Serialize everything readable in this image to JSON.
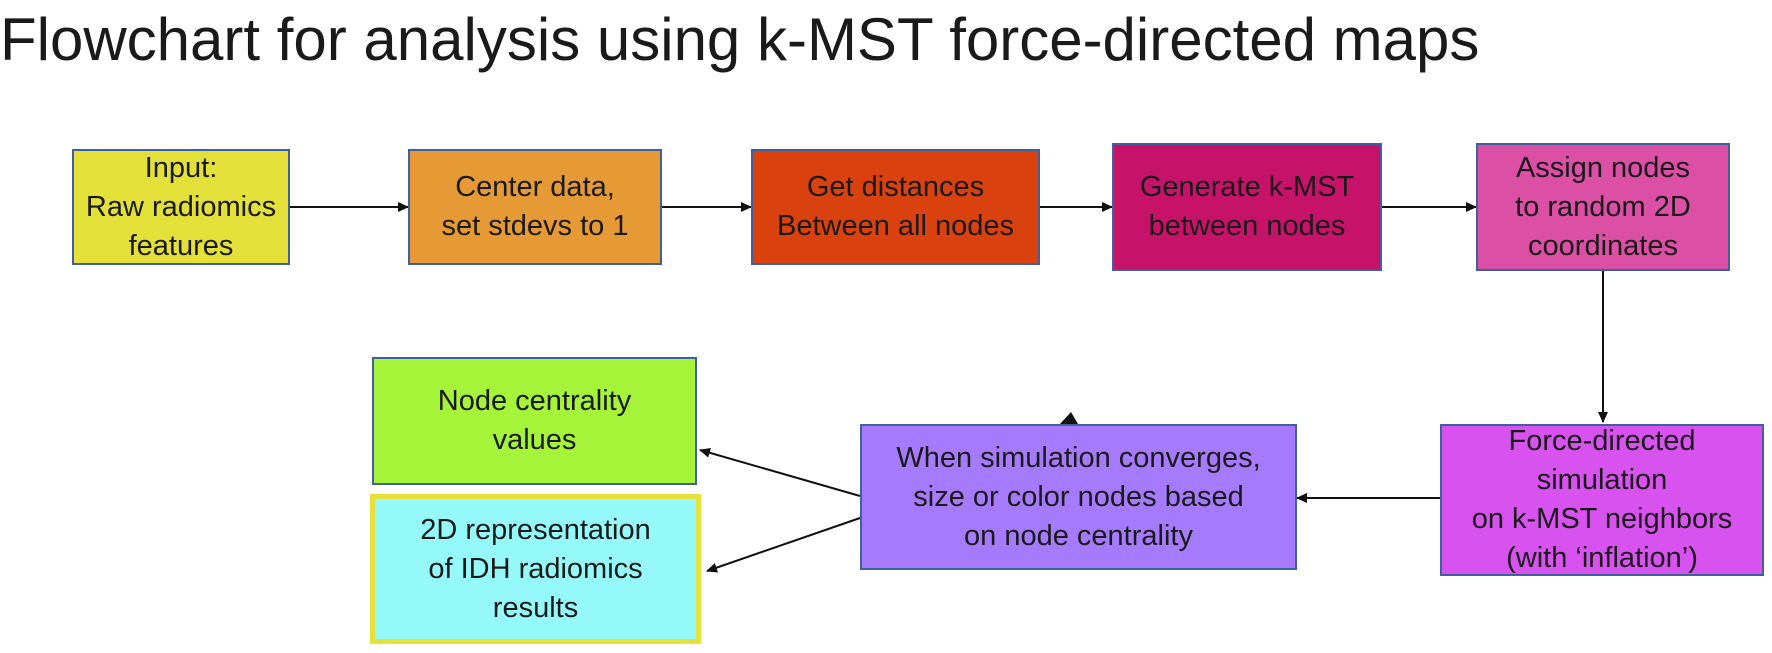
{
  "title": "Flowchart for analysis using  k-MST force-directed maps",
  "nodes": {
    "input": {
      "lines": [
        "Input:",
        "Raw radiomics",
        "features"
      ],
      "color": "#e3e03a"
    },
    "center": {
      "lines": [
        "Center data,",
        "set stdevs to 1"
      ],
      "color": "#e59a35"
    },
    "distances": {
      "lines": [
        "Get distances",
        "Between all nodes"
      ],
      "color": "#d9420f"
    },
    "kmst": {
      "lines": [
        "Generate k-MST",
        "between nodes"
      ],
      "color": "#c61269"
    },
    "assign": {
      "lines": [
        "Assign nodes",
        "to random 2D",
        "coordinates"
      ],
      "color": "#db4fa4"
    },
    "force": {
      "lines": [
        "Force-directed",
        "simulation",
        "on k-MST neighbors",
        "(with ‘inflation’)"
      ],
      "color": "#d752ee"
    },
    "converge": {
      "lines": [
        "When simulation converges,",
        "size or color nodes based",
        "on node centrality"
      ],
      "color": "#a57afc"
    },
    "centrality": {
      "lines": [
        "Node centrality",
        "values"
      ],
      "color": "#a5f43a"
    },
    "representation": {
      "lines": [
        "2D representation",
        "of IDH radiomics",
        "results"
      ],
      "color": "#96f9f9"
    }
  }
}
